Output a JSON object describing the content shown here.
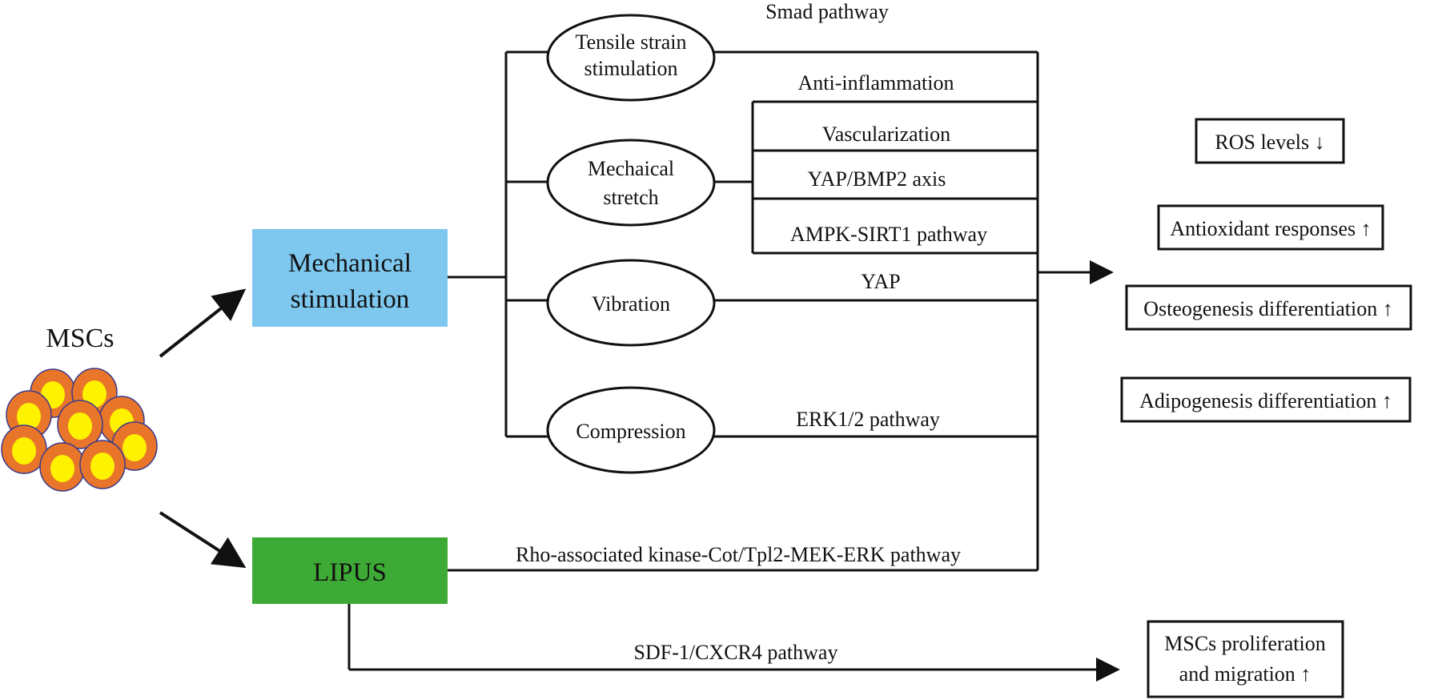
{
  "source": {
    "label": "MSCs"
  },
  "stimuli": {
    "mechanical": {
      "label_line1": "Mechanical",
      "label_line2": "stimulation",
      "color": "#7EC8F0"
    },
    "lipus": {
      "label": "LIPUS",
      "color": "#3DAA35"
    }
  },
  "mechanical_types": {
    "tensile": {
      "line1": "Tensile strain",
      "line2": "stimulation"
    },
    "stretch": {
      "line1": "Mechaical",
      "line2": "stretch"
    },
    "vibration": {
      "label": "Vibration"
    },
    "compression": {
      "label": "Compression"
    }
  },
  "pathways": {
    "smad": "Smad pathway",
    "anti_inflammation": "Anti-inflammation",
    "vascularization": "Vascularization",
    "yap_bmp2": "YAP/BMP2 axis",
    "ampk_sirt1": "AMPK-SIRT1 pathway",
    "yap": "YAP",
    "erk": "ERK1/2 pathway",
    "rho": "Rho-associated kinase-Cot/Tpl2-MEK-ERK pathway",
    "sdf1": "SDF-1/CXCR4 pathway"
  },
  "outcomes": {
    "ros": "ROS levels ↓",
    "antioxidant": "Antioxidant responses ↑",
    "osteogenesis": "Osteogenesis differentiation ↑",
    "adipogenesis": "Adipogenesis differentiation ↑",
    "proliferation_line1": "MSCs proliferation",
    "proliferation_line2": "and migration ↑"
  },
  "colors": {
    "cell_outer": "#E8752A",
    "cell_inner": "#FFF200",
    "cell_stroke": "#3A3A8A"
  }
}
